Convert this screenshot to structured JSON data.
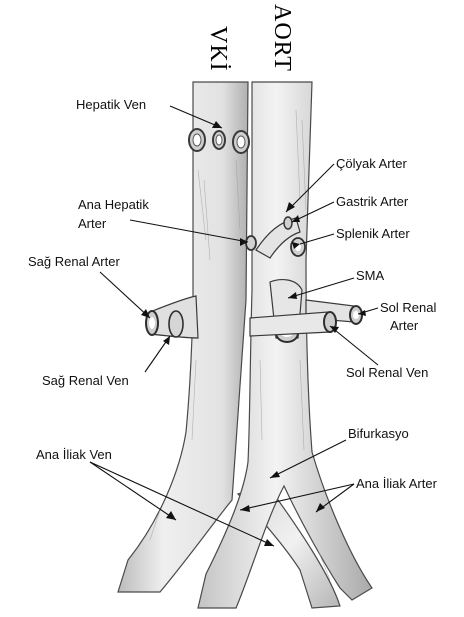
{
  "vessels": {
    "ivc_vertical": "VKİ",
    "aorta_vertical": "AORT"
  },
  "labels": {
    "hepatik_ven": "Hepatik Ven",
    "colyak_arter": "Çölyak Arter",
    "gastrik_arter": "Gastrik Arter",
    "ana_hepatik_arter_line1": "Ana Hepatik",
    "ana_hepatik_arter_line2": "Arter",
    "splenik_arter": "Splenik Arter",
    "sag_renal_arter": "Sağ Renal Arter",
    "sma": "SMA",
    "sol_renal_arter_line1": "Sol Renal",
    "sol_renal_arter_line2": "Arter",
    "sag_renal_ven": "Sağ Renal Ven",
    "sol_renal_ven": "Sol Renal Ven",
    "bifurkasyo": "Bifurkasyo",
    "ana_iliak_ven": "Ana İliak Ven",
    "ana_iliak_arter": "Ana İliak Arter"
  },
  "colors": {
    "vessel_fill": "#e9e9e9",
    "vessel_shade": "#bdbdbd",
    "outline": "#3a3a3a",
    "line": "#111111"
  }
}
